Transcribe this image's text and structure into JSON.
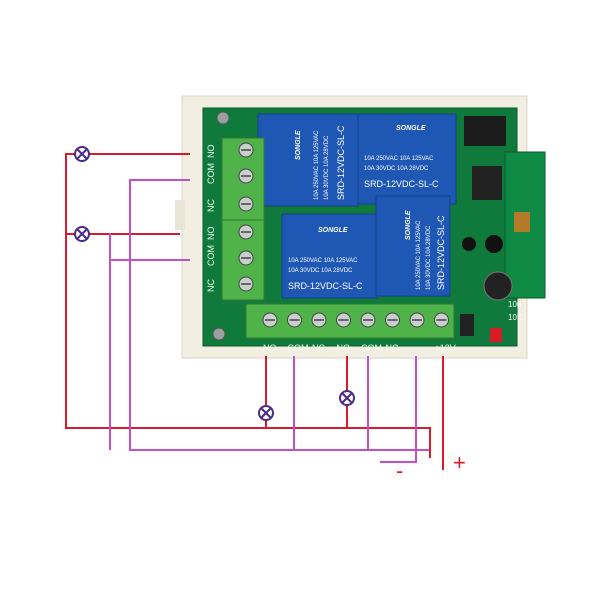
{
  "terminals_left": [
    "NO",
    "COM",
    "NC",
    "NO",
    "COM",
    "NC"
  ],
  "terminals_bottom": [
    "NO",
    "COM",
    "NC",
    "NO",
    "COM",
    "NC",
    "-",
    "+12V"
  ],
  "relays": [
    {
      "brand": "SONGLE",
      "spec1": "10A 250VAC  10A 125VAC",
      "spec2": "10A 30VDC   10A 28VDC",
      "model": "SRD-12VDC-SL-C"
    },
    {
      "brand": "SONGLE",
      "spec1": "10A 250VAC  10A 125VAC",
      "spec2": "10A 30VDC   10A 28VDC",
      "model": "SRD-12VDC-SL-C"
    },
    {
      "brand": "SONGLE",
      "spec1": "10A 250VAC  10A 125VAC",
      "spec2": "10A 30VDC   10A 28VDC",
      "model": "SRD-12VDC-SL-C"
    },
    {
      "brand": "SONGLE",
      "spec1": "10A 250VAC  10A 125VAC",
      "spec2": "10A 30VDC   10A 28VDC",
      "model": "SRD-12VDC-SL-C"
    }
  ],
  "pcb_small_labels": [
    "100",
    "10K"
  ],
  "power": {
    "minus": "-",
    "plus": "+"
  },
  "colors": {
    "red_wire": "#d81b2a",
    "purple_wire": "#c24fc8",
    "pcb": "#0f7a3c",
    "relay": "#1f57b5",
    "terminal": "#4fb34a"
  }
}
